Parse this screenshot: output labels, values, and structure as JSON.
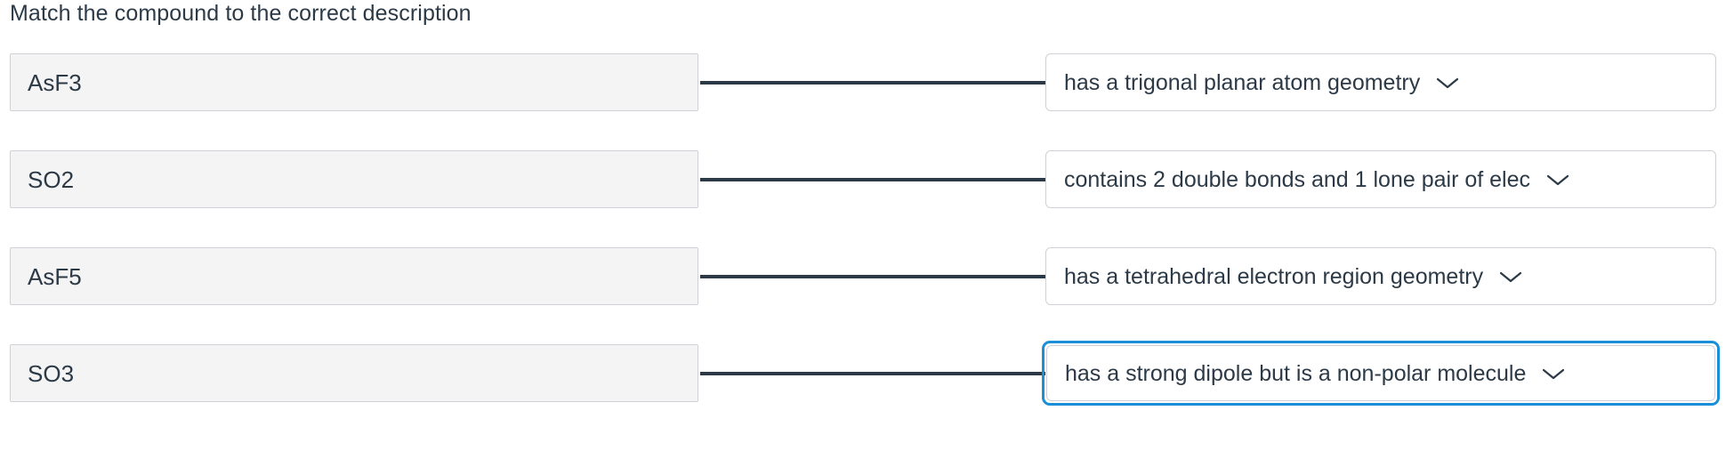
{
  "prompt": "Match the compound to the correct description",
  "colors": {
    "text": "#2c3a47",
    "connector": "#2c3a47",
    "focus_ring": "#1a8fd8",
    "box_fill": "#f4f4f4",
    "box_border": "#ced2d6"
  },
  "icons": {
    "chevron": "chevron-down-icon"
  },
  "rows": [
    {
      "compound": "AsF3",
      "description": "has a trigonal planar atom geometry",
      "focused": false
    },
    {
      "compound": "SO2",
      "description": "contains 2 double bonds and 1 lone pair of elec",
      "focused": false
    },
    {
      "compound": "AsF5",
      "description": "has a tetrahedral electron region geometry",
      "focused": false
    },
    {
      "compound": "SO3",
      "description": "has a strong dipole but is a non-polar molecule",
      "focused": true
    }
  ]
}
